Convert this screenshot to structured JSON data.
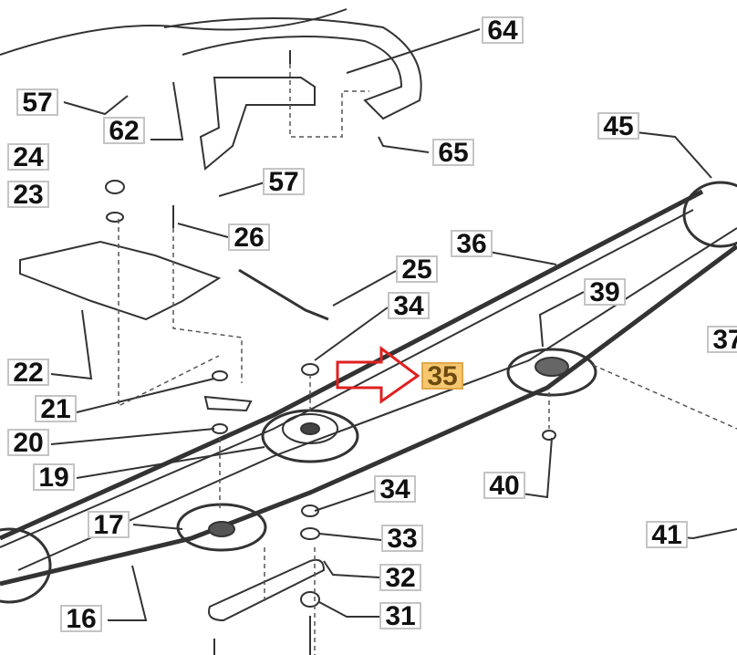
{
  "diagram": {
    "highlighted_part": "35",
    "highlight_color": "#f6c76e",
    "arrow_color": "#e02020",
    "labels": [
      {
        "id": "64"
      },
      {
        "id": "57"
      },
      {
        "id": "62"
      },
      {
        "id": "65"
      },
      {
        "id": "24"
      },
      {
        "id": "23"
      },
      {
        "id": "57"
      },
      {
        "id": "26"
      },
      {
        "id": "45"
      },
      {
        "id": "36"
      },
      {
        "id": "25"
      },
      {
        "id": "34"
      },
      {
        "id": "39"
      },
      {
        "id": "37"
      },
      {
        "id": "22"
      },
      {
        "id": "35"
      },
      {
        "id": "21"
      },
      {
        "id": "20"
      },
      {
        "id": "19"
      },
      {
        "id": "40"
      },
      {
        "id": "34"
      },
      {
        "id": "17"
      },
      {
        "id": "33"
      },
      {
        "id": "41"
      },
      {
        "id": "32"
      },
      {
        "id": "16"
      },
      {
        "id": "31"
      }
    ]
  }
}
